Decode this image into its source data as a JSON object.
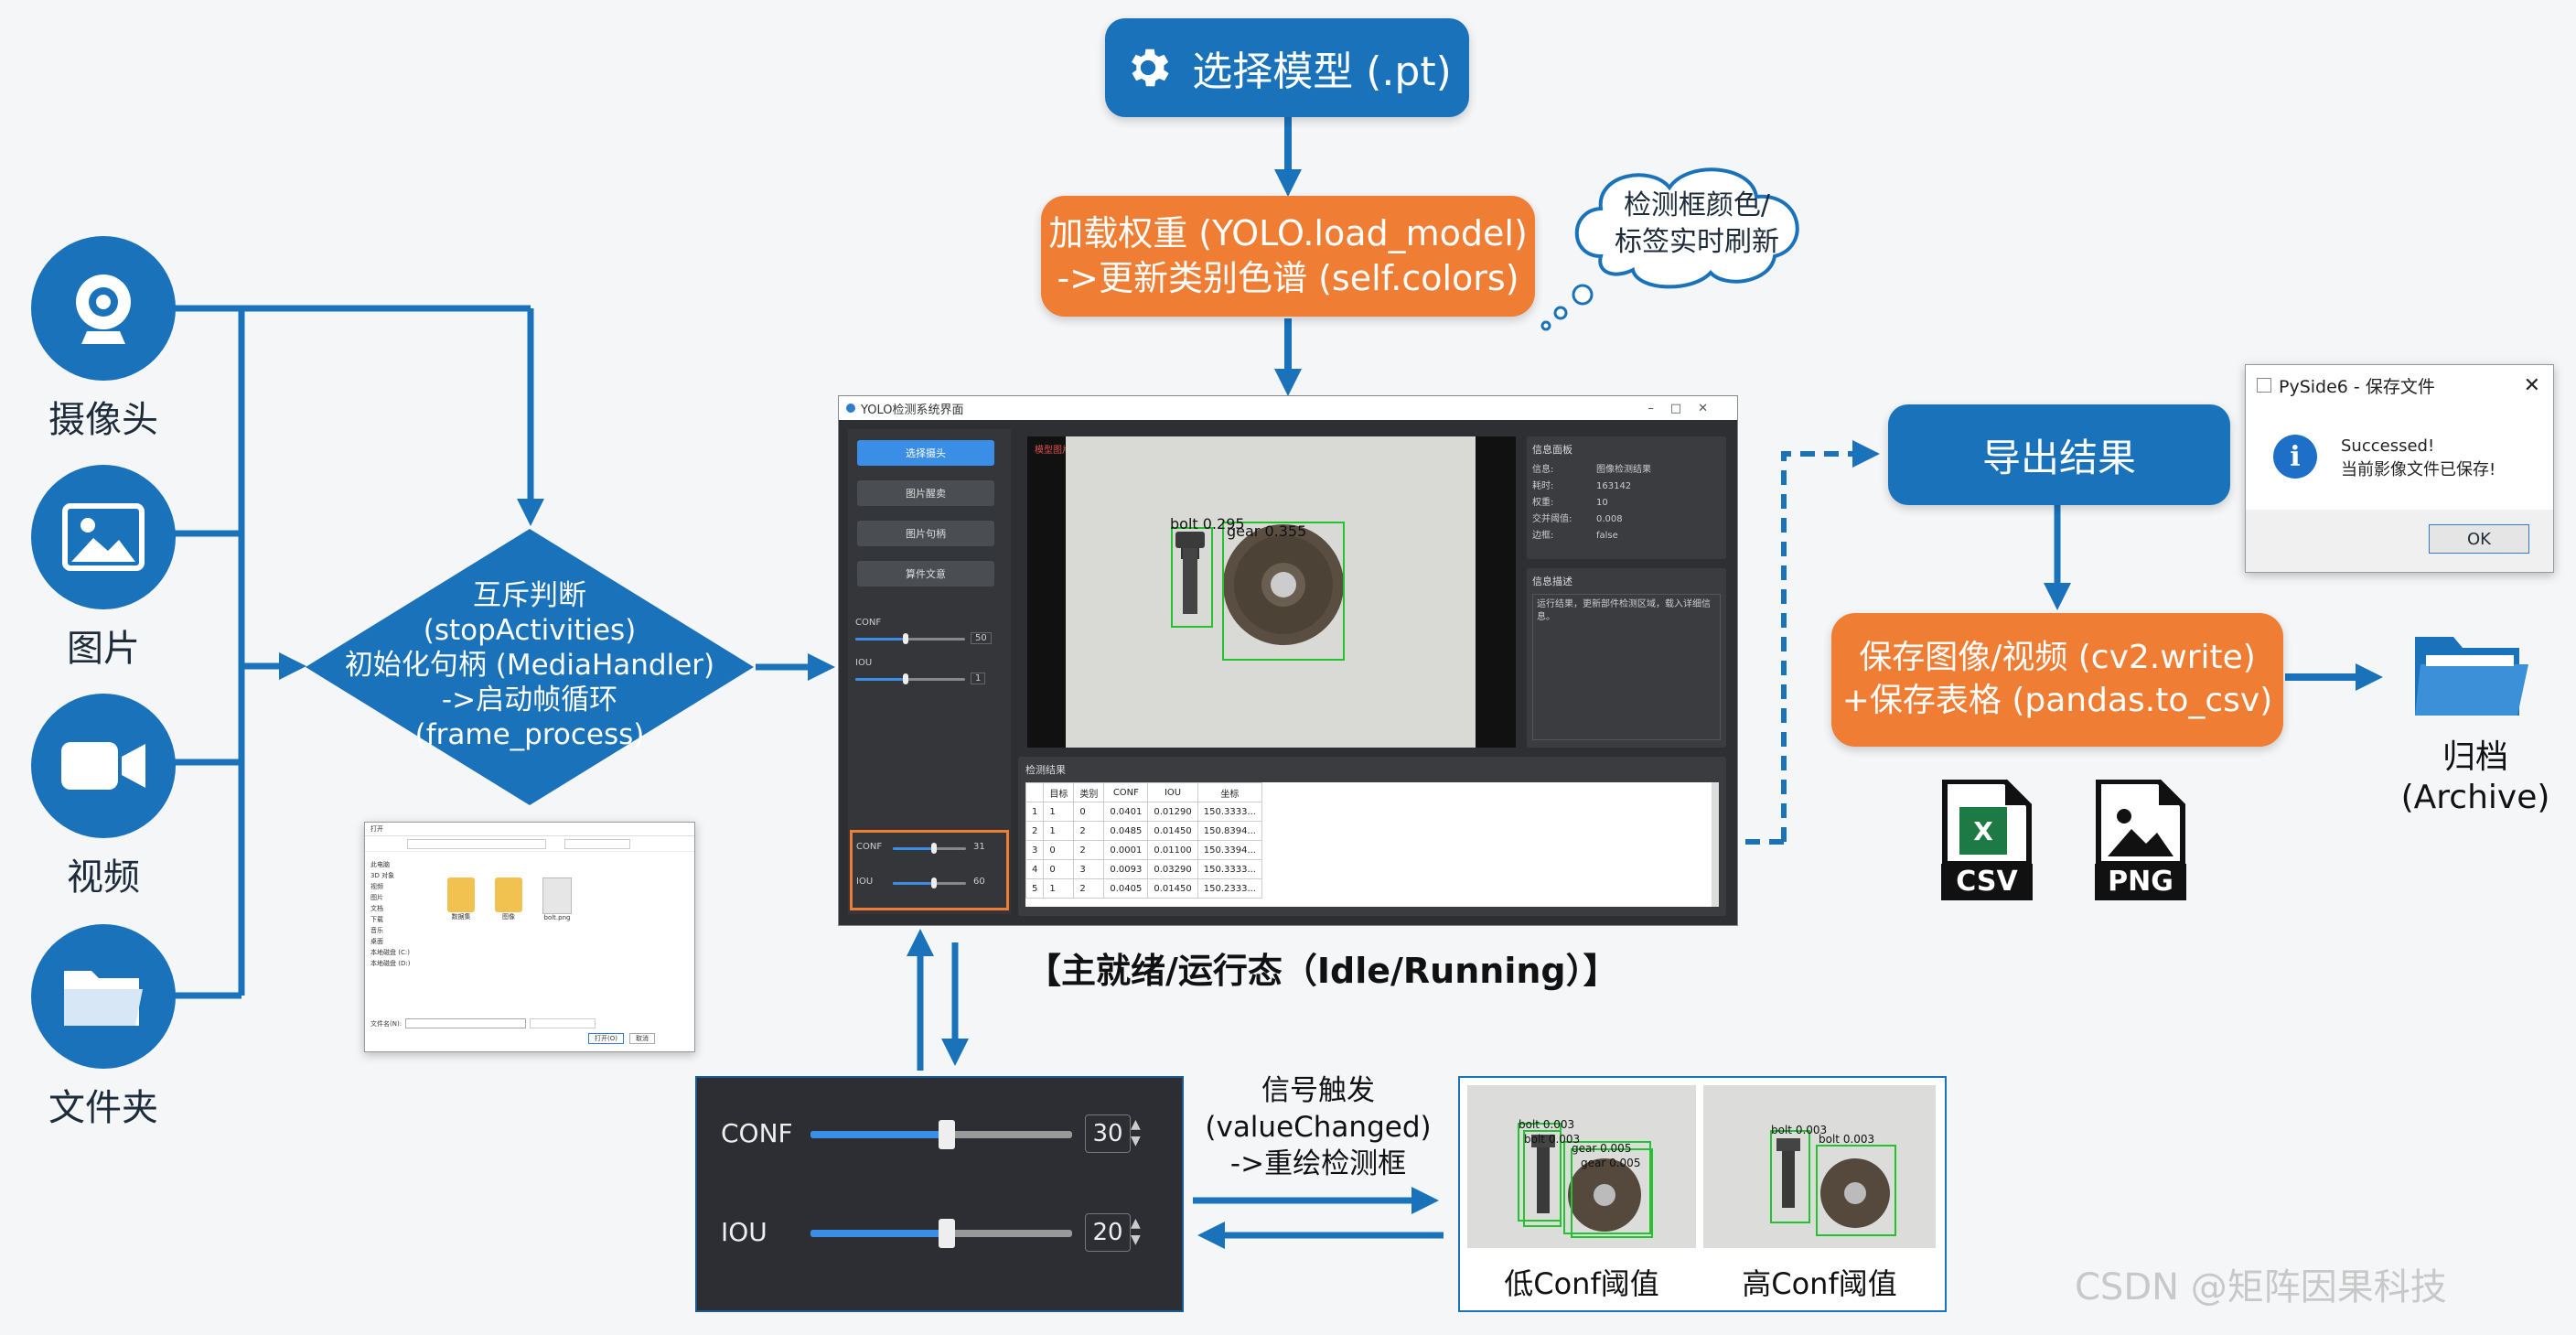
{
  "top": {
    "select_model": "选择模型 (.pt)"
  },
  "load_weights": {
    "line1": "加载权重 (YOLO.load_model)",
    "line2": "->更新类别色谱 (self.colors)"
  },
  "cloud": {
    "line1": "检测框颜色/",
    "line2": "标签实时刷新"
  },
  "sources": [
    {
      "label": "摄像头",
      "icon": "webcam-icon"
    },
    {
      "label": "图片",
      "icon": "image-icon"
    },
    {
      "label": "视频",
      "icon": "video-icon"
    },
    {
      "label": "文件夹",
      "icon": "folder-icon"
    }
  ],
  "diamond": {
    "l1": "互斥判断",
    "l2": "(stopActivities)",
    "l3": "初始化句柄 (MediaHandler)",
    "l4": "->启动帧循环",
    "l5": "(frame_process)"
  },
  "main_window": {
    "title": "YOLO检测系统界面",
    "side_buttons": [
      "选择摄头",
      "图片醒卖",
      "图片句柄",
      "算件文意"
    ],
    "conf_label": "CONF",
    "iou_label": "IOU",
    "conf_value": "50",
    "iou_value": "1",
    "conf_value_bottom": "31",
    "iou_value_bottom": "60",
    "image_caption": "模型图片  检测区域",
    "det_labels": [
      {
        "text": "bolt 0.295"
      },
      {
        "text": "gear 0.355"
      }
    ],
    "info_title": "信息面板",
    "info_rows": [
      {
        "k": "信息:",
        "v": "图像检测结果"
      },
      {
        "k": "耗时:",
        "v": "163142"
      },
      {
        "k": "权重:",
        "v": "10"
      },
      {
        "k": "交并阈值:",
        "v": "0.008"
      },
      {
        "k": "边框:",
        "v": "false"
      }
    ],
    "desc_title": "信息描述",
    "desc_text": "运行结果，更新部件检测区域，载入详细信息。",
    "table_title": "检测结果",
    "table_headers": [
      "",
      "目标",
      "类别",
      "CONF",
      "IOU",
      "坐标"
    ],
    "table_rows": [
      [
        "1",
        "1",
        "0",
        "0.0401",
        "0.01290",
        "150.3333..."
      ],
      [
        "2",
        "1",
        "2",
        "0.0485",
        "0.01450",
        "150.8394..."
      ],
      [
        "3",
        "0",
        "2",
        "0.0001",
        "0.01100",
        "150.3394..."
      ],
      [
        "4",
        "0",
        "3",
        "0.0093",
        "0.03290",
        "150.3333..."
      ],
      [
        "5",
        "1",
        "2",
        "0.0405",
        "0.01450",
        "150.2333..."
      ]
    ]
  },
  "state_label": "【主就绪/运行态（Idle/Running）】",
  "file_dialog": {
    "title": "打开",
    "sidebar": [
      "此电脑",
      "3D 对象",
      "视频",
      "图片",
      "文档",
      "下载",
      "音乐",
      "桌面",
      "本地磁盘 (C:)",
      "本地磁盘 (D:)"
    ],
    "files": [
      "数据集",
      "图像",
      "bolt.png"
    ],
    "filename_label": "文件名(N):",
    "open_button": "打开(O)",
    "cancel_button": "取消"
  },
  "sliders": {
    "conf_label": "CONF",
    "conf_value": "30",
    "iou_label": "IOU",
    "iou_value": "20",
    "conf_fraction": 0.52,
    "iou_fraction": 0.52
  },
  "signal": {
    "l1": "信号触发",
    "l2": "(valueChanged)",
    "l3": "->重绘检测框"
  },
  "compare": {
    "low_label": "低Conf阈值",
    "high_label": "高Conf阈值",
    "low_tags": [
      "bolt 0.003",
      "bolt 0.003",
      "gear 0.005",
      "gear 0.005"
    ],
    "high_tags": [
      "bolt 0.003",
      "bolt 0.003"
    ]
  },
  "export": {
    "button": "导出结果"
  },
  "save_dialog": {
    "title": "PySide6 - 保存文件",
    "msg1": "Successed!",
    "msg2": "当前影像文件已保存!",
    "ok": "OK"
  },
  "save_box": {
    "line1": "保存图像/视频 (cv2.write)",
    "line2": "+保存表格 (pandas.to_csv)"
  },
  "file_icons": {
    "csv": "CSV",
    "png": "PNG"
  },
  "archive": {
    "l1": "归档",
    "l2": "(Archive)"
  },
  "watermark": "CSDN @矩阵因果科技",
  "colors": {
    "blue": "#1a72ba",
    "orange": "#ef7d34",
    "green_box": "#22c32e"
  }
}
